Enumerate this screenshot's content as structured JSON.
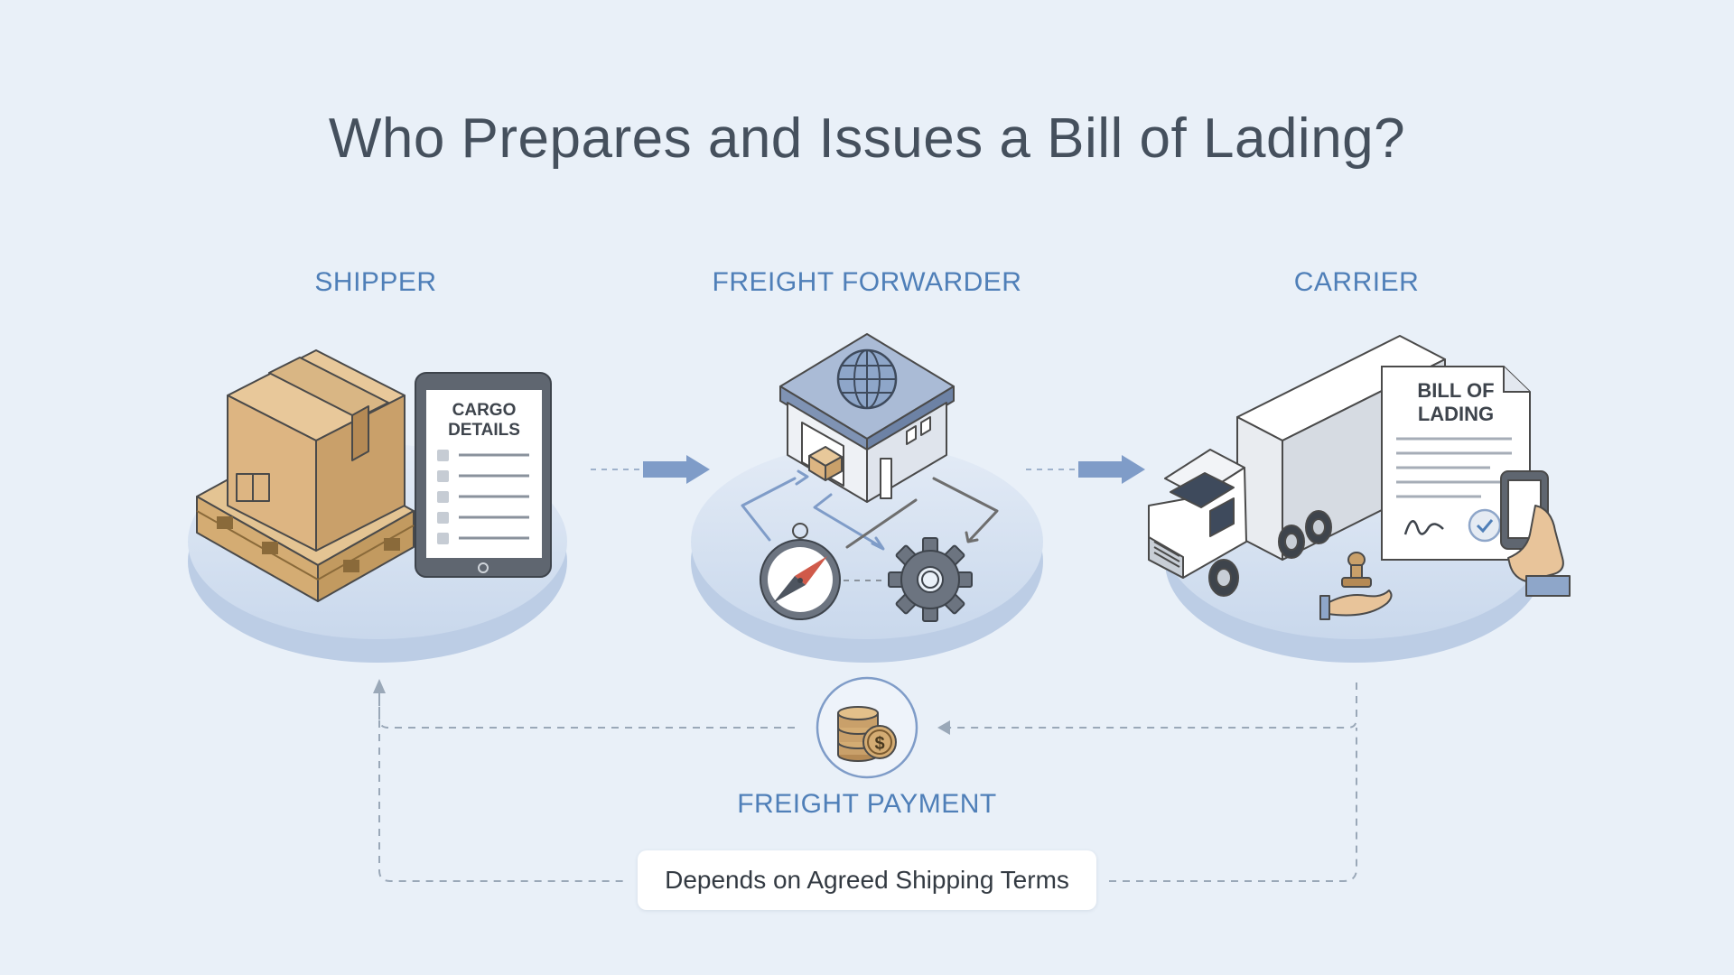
{
  "title": "Who Prepares and Issues a Bill of Lading?",
  "roles": [
    {
      "label": "SHIPPER",
      "icon": "cargo-box-pallet-icon",
      "doc_label_lines": [
        "CARGO",
        "DETAILS"
      ]
    },
    {
      "label": "FREIGHT FORWARDER",
      "icon": "warehouse-globe-icon"
    },
    {
      "label": "CARRIER",
      "icon": "truck-icon",
      "doc_label_lines": [
        "BILL OF",
        "LADING"
      ]
    }
  ],
  "payment": {
    "label": "FREIGHT PAYMENT",
    "icon": "coins-dollar-icon"
  },
  "terms": {
    "label": "Depends on Agreed Shipping Terms"
  },
  "colors": {
    "background": "#e9f0f8",
    "accent": "#4f7fb8",
    "title": "#45505d",
    "platform": "#cbd9ec"
  }
}
